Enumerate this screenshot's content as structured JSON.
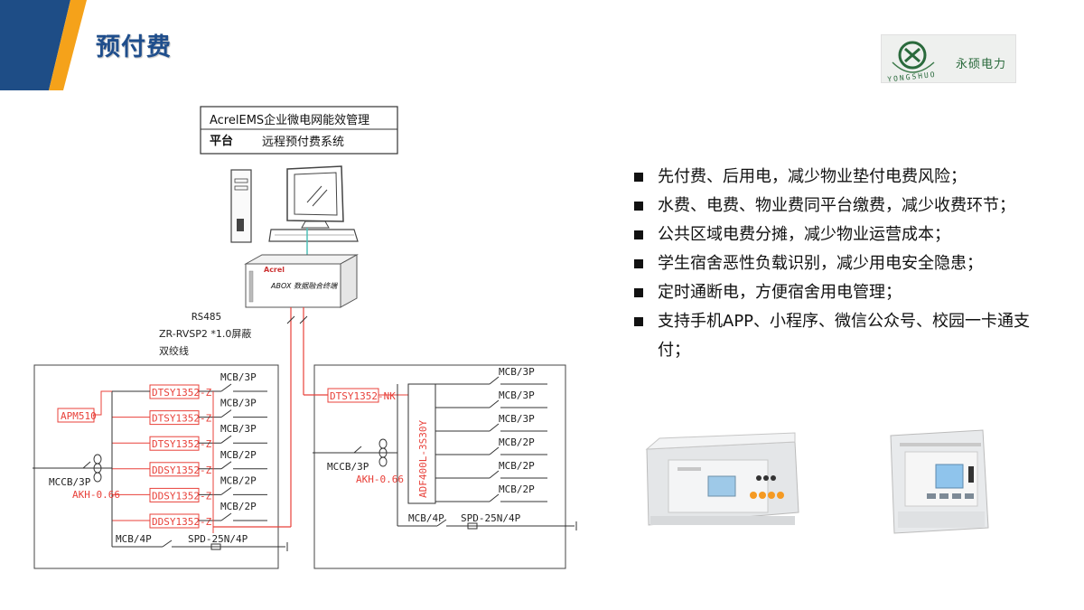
{
  "page": {
    "title": "预付费"
  },
  "logo": {
    "text": "永硕电力",
    "arc_text": "YONGSHUO"
  },
  "platform": {
    "line1": "AcrelEMS企业微电网能效管理",
    "line2a": "平台",
    "line2b": "远程预付费系统"
  },
  "abox": {
    "brand": "Acrel",
    "label": "ABOX 数据融合终端"
  },
  "bus": {
    "protocol": "RS485",
    "cable1": "ZR-RVSP2 *1.0屏蔽",
    "cable2": "双绞线"
  },
  "left_panel": {
    "meters": [
      "DTSY1352-Z",
      "DTSY1352-Z",
      "DTSY1352-Z",
      "DDSY1352-Z",
      "DDSY1352-Z",
      "DDSY1352-Z"
    ],
    "breakers": [
      "MCB/3P",
      "MCB/3P",
      "MCB/3P",
      "MCB/2P",
      "MCB/2P",
      "MCB/2P"
    ],
    "apm": "APM510",
    "mccb": "MCCB/3P",
    "akh": "AKH-0.66",
    "bottom_mcb": "MCB/4P",
    "spd": "SPD-25N/4P"
  },
  "right_panel": {
    "meter": "DTSY1352-NK",
    "adf": "ADF400L-3S30Y",
    "breakers": [
      "MCB/3P",
      "MCB/3P",
      "MCB/3P",
      "MCB/2P",
      "MCB/2P",
      "MCB/2P"
    ],
    "mccb": "MCCB/3P",
    "akh": "AKH-0.66",
    "bottom_mcb": "MCB/4P",
    "spd": "SPD-25N/4P"
  },
  "bullets": [
    "先付费、后用电，减少物业垫付电费风险；",
    "水费、电费、物业费同平台缴费，减少收费环节；",
    "公共区域电费分摊，减少物业运营成本；",
    "学生宿舍恶性负载识别，减少用电安全隐患；",
    "定时通断电，方便宿舍用电管理；",
    "支持手机APP、小程序、微信公众号、校园一卡通支付；"
  ],
  "colors": {
    "title": "#1f4e8c",
    "accent_blue": "#1e4d86",
    "accent_orange": "#f5a21a",
    "wire_red": "#e8413a"
  }
}
